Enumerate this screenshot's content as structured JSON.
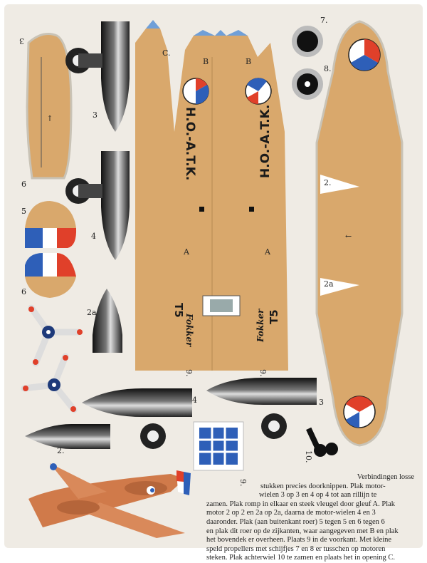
{
  "colors": {
    "card": "#efebe4",
    "tan": "#d9a86c",
    "red": "#e0402a",
    "blue": "#2e5fb8",
    "white": "#ffffff",
    "black": "#1a1a1a"
  },
  "labels": {
    "part_2": "2.",
    "part_2a": "2a",
    "part_3": "3",
    "part_4": "4",
    "part_5": "5",
    "part_6": "6",
    "part_7": "7.",
    "part_8": "8.",
    "part_9": "9.",
    "part_10": "10.",
    "slot_a": "A",
    "tail_b": "B",
    "opening_c": "C."
  },
  "fuselage": {
    "registration": "H.O.-A.T.K.",
    "type_code": "T5",
    "maker": "Fokker"
  },
  "instructions": {
    "lines": [
      "Verbindingen losse",
      "stukken precies doorknippen. Plak motor-",
      "wielen 3 op 3 en 4 op 4 tot aan rillijn te",
      "zamen. Plak romp in elkaar en steek vleugel door gleuf A. Plak",
      "motor 2 op 2 en 2a op 2a, daarna de motor-wielen 4 en 3",
      "daaronder. Plak (aan buitenkant roer) 5 tegen 5 en 6 tegen 6",
      "en plak dit roer op de zijkanten, waar aangegeven met B en plak",
      "het bovendek er overheen. Plaats 9 in de voorkant. Met kleine",
      "speld propellers met schijfjes 7 en 8 er tusschen op motoren",
      "steken. Plak achterwiel 10 te zamen en plaats het in opening C."
    ]
  }
}
